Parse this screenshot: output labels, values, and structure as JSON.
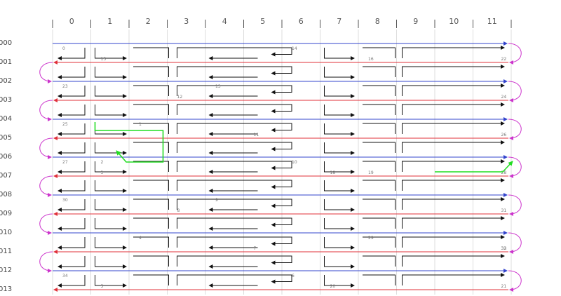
{
  "diagram": {
    "columns": [
      "0",
      "1",
      "2",
      "3",
      "4",
      "5",
      "6",
      "7",
      "8",
      "9",
      "10",
      "11"
    ],
    "rows": [
      "000",
      "001",
      "002",
      "003",
      "004",
      "005",
      "006",
      "007",
      "008",
      "009",
      "010",
      "011",
      "012",
      "013"
    ],
    "snake_labels": [
      "0",
      "14",
      "15",
      "16",
      "22",
      "23",
      "13",
      "12",
      "24",
      "25",
      "1",
      "11",
      "26",
      "27",
      "10",
      "3",
      "18",
      "19",
      "28",
      "2",
      "30",
      "9",
      "8",
      "31",
      "32",
      "4",
      "29",
      "7",
      "33",
      "34",
      "6",
      "5",
      "20",
      "21"
    ],
    "colors": {
      "forward_line": "#3344cc",
      "backward_line": "#e0303a",
      "turn_arc": "#cc33cc",
      "loop_wire": "#111111",
      "highlight": "#22dd22"
    }
  }
}
